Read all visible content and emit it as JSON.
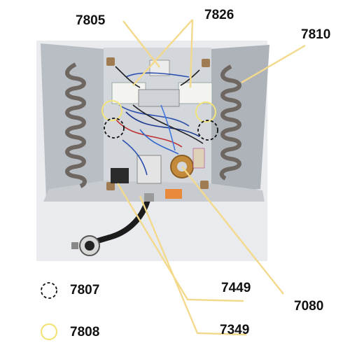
{
  "colors": {
    "leader": "#f3d98c",
    "highlight_circle": "#f2e37a",
    "dashed_circle": "#111111",
    "label_text": "#111111",
    "panel_metal": "#cfd3d8",
    "heating_coil": "#6e6660"
  },
  "part_labels": [
    {
      "id": "label-7805",
      "text": "7805"
    },
    {
      "id": "label-7826",
      "text": "7826"
    },
    {
      "id": "label-7810",
      "text": "7810"
    },
    {
      "id": "label-7449",
      "text": "7449"
    },
    {
      "id": "label-7080",
      "text": "7080"
    },
    {
      "id": "label-7349",
      "text": "7349"
    }
  ],
  "legend": [
    {
      "symbol": "dashed-black-circle",
      "text": "7807"
    },
    {
      "symbol": "yellow-circle",
      "text": "7808"
    }
  ]
}
